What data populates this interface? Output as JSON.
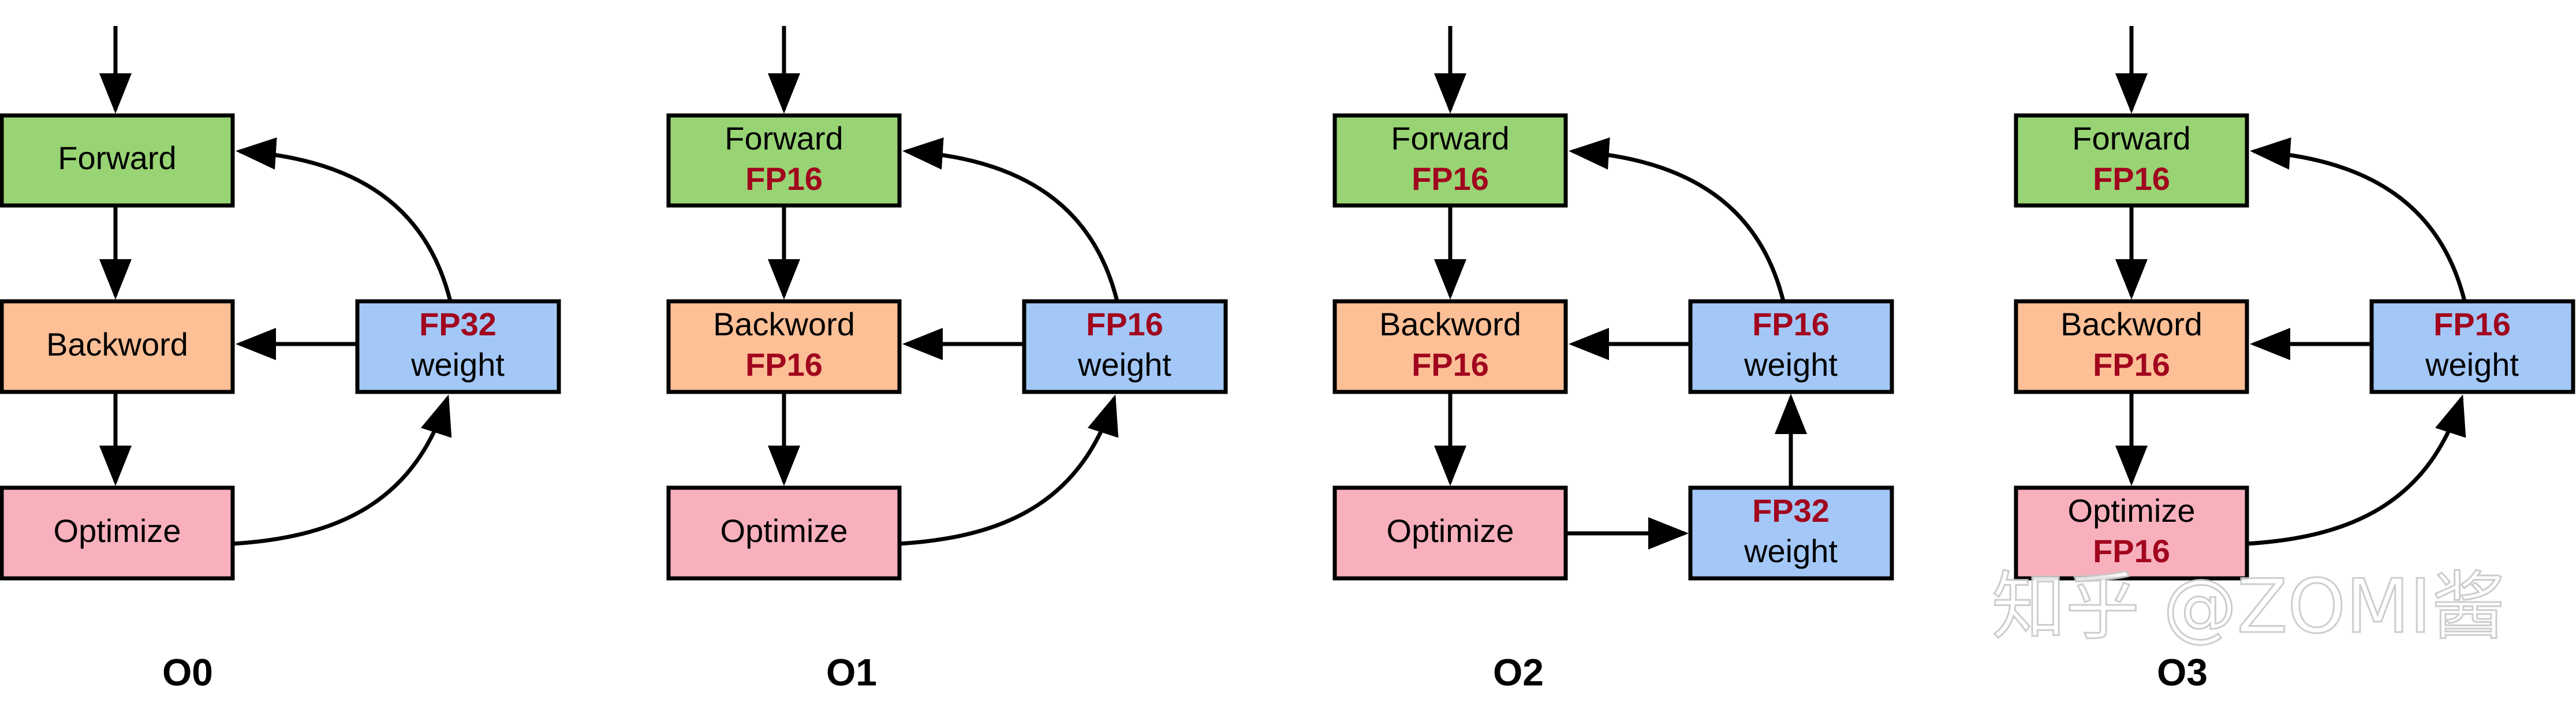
{
  "panels": [
    {
      "title": "O0",
      "forward": {
        "label": "Forward",
        "precision": ""
      },
      "backward": {
        "label": "Backword",
        "precision": ""
      },
      "optimize": {
        "label": "Optimize",
        "precision": ""
      },
      "weight": {
        "precision": "FP32",
        "label": "weight"
      }
    },
    {
      "title": "O1",
      "forward": {
        "label": "Forward",
        "precision": "FP16"
      },
      "backward": {
        "label": "Backword",
        "precision": "FP16"
      },
      "optimize": {
        "label": "Optimize",
        "precision": ""
      },
      "weight": {
        "precision": "FP16",
        "label": "weight"
      }
    },
    {
      "title": "O2",
      "forward": {
        "label": "Forward",
        "precision": "FP16"
      },
      "backward": {
        "label": "Backword",
        "precision": "FP16"
      },
      "optimize": {
        "label": "Optimize",
        "precision": ""
      },
      "weight": {
        "precision": "FP16",
        "label": "weight"
      },
      "master_weight": {
        "precision": "FP32",
        "label": "weight"
      }
    },
    {
      "title": "O3",
      "forward": {
        "label": "Forward",
        "precision": "FP16"
      },
      "backward": {
        "label": "Backword",
        "precision": "FP16"
      },
      "optimize": {
        "label": "Optimize",
        "precision": "FP16"
      },
      "weight": {
        "precision": "FP16",
        "label": "weight"
      }
    }
  ],
  "watermark": "知乎 @ZOMI酱",
  "colors": {
    "forward": "#98d374",
    "backward": "#fcbf96",
    "optimize": "#f8b0bd",
    "weight": "#a3c8f7",
    "precision_text": "#a1061e"
  }
}
